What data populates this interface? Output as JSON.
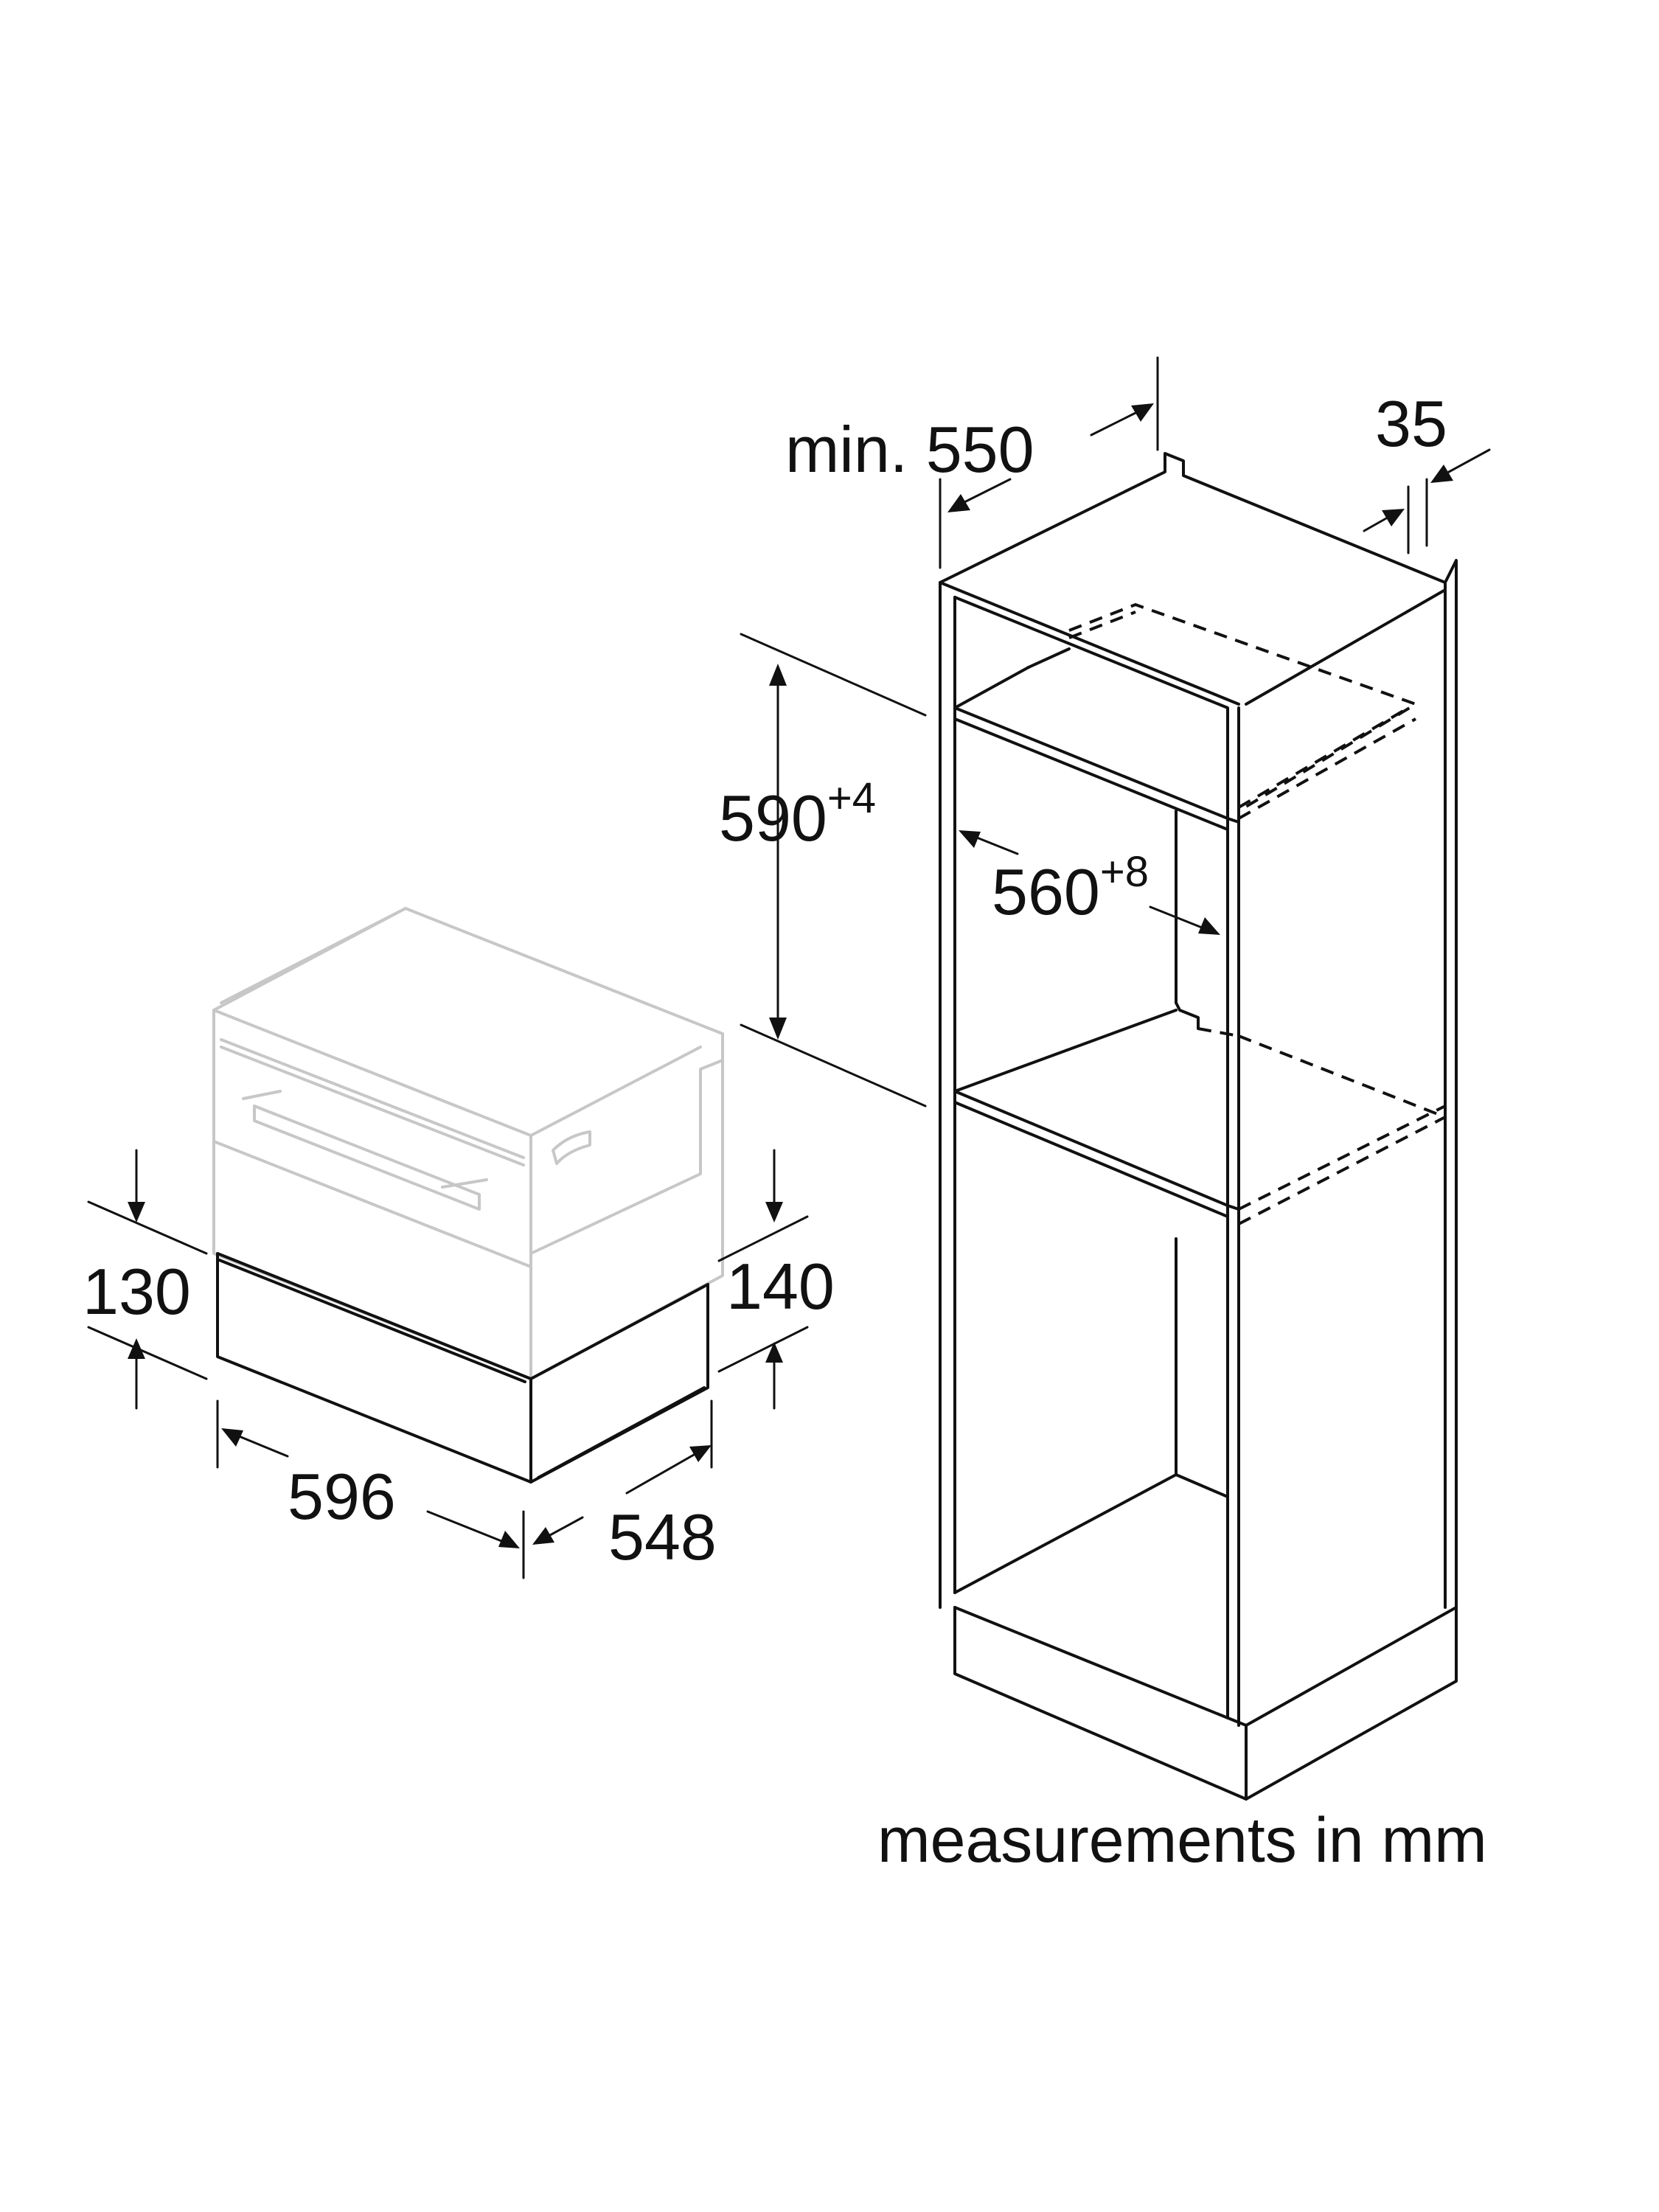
{
  "dimensions": {
    "cabinet_depth": {
      "label": "min. 550"
    },
    "panel_thickness": {
      "label": "35"
    },
    "niche_height": {
      "label": "590",
      "tolerance": "+4"
    },
    "niche_width": {
      "label": "560",
      "tolerance": "+8"
    },
    "drawer_height_front": {
      "label": "130"
    },
    "drawer_height_side": {
      "label": "140"
    },
    "drawer_width": {
      "label": "596"
    },
    "drawer_depth": {
      "label": "548"
    }
  },
  "note": {
    "text": "measurements in mm"
  },
  "colors": {
    "line": "#111111",
    "ghost_appliance": "#c7c7c7",
    "background": "#ffffff"
  }
}
